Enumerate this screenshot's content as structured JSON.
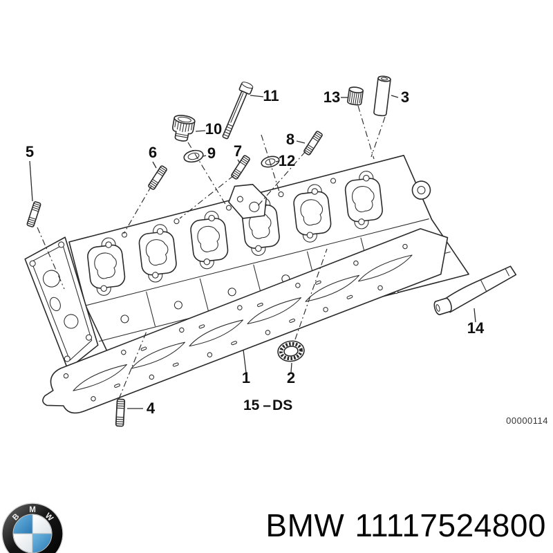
{
  "page": {
    "background": "#ffffff"
  },
  "diagram": {
    "callouts": [
      "1",
      "2",
      "3",
      "4",
      "5",
      "6",
      "7",
      "8",
      "9",
      "10",
      "11",
      "12",
      "13",
      "14"
    ],
    "variant": {
      "number": "15",
      "separator": "–",
      "code": "DS"
    },
    "drawing_number": "00000114",
    "line_color": "#2a2a2a"
  },
  "footer": {
    "brand": "BMW",
    "part_number": "11117524800",
    "logo": {
      "letters": [
        "B",
        "M",
        "W"
      ],
      "ring_color": "#111111",
      "blue": "#3f97d4"
    }
  }
}
